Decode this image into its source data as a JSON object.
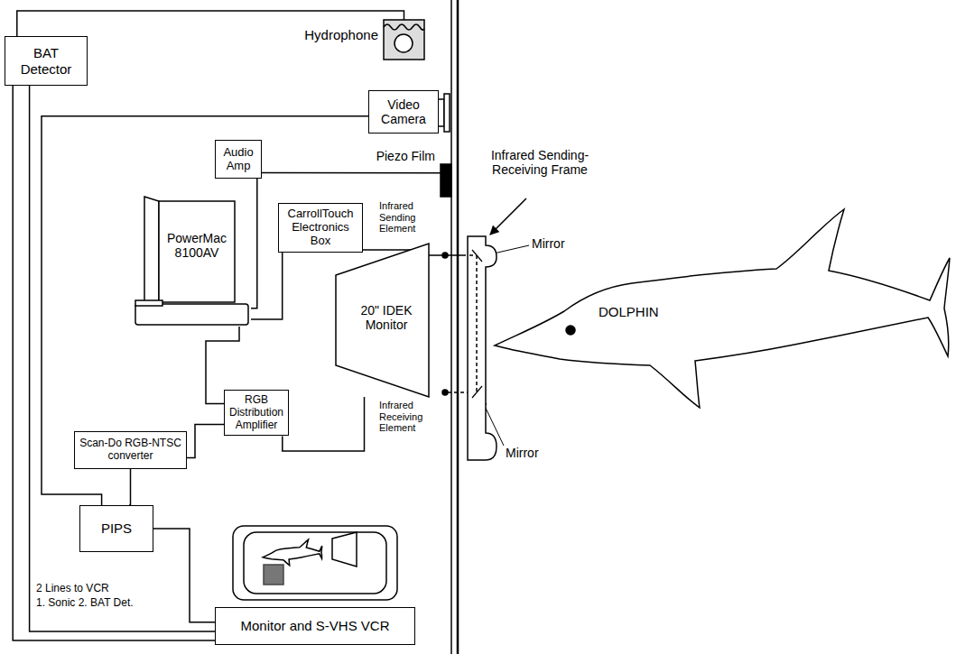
{
  "diagram": {
    "nodes": [
      {
        "text": [
          "BAT Detector"
        ]
      },
      {
        "text": [
          "Hydrophone"
        ]
      },
      {
        "text": [
          "Video Camera"
        ]
      },
      {
        "text": [
          "Audio Amp"
        ]
      },
      {
        "text": [
          "Piezo Film"
        ]
      },
      {
        "text": [
          "PowerMac 8100AV"
        ]
      },
      {
        "text": [
          "CarrollTouch Electronics Box"
        ]
      },
      {
        "text": [
          "20\" IDEK Monitor"
        ]
      },
      {
        "text": [
          "RGB Distribution Amplifier"
        ]
      },
      {
        "text": [
          "Scan-Do RGB-NTSC converter"
        ]
      },
      {
        "text": [
          "PIPS"
        ]
      },
      {
        "text": [
          "Monitor and S-VHS VCR"
        ]
      },
      {
        "text": [
          "Infrared Sending-Receiving Frame"
        ]
      },
      {
        "text": [
          "DOLPHIN"
        ]
      }
    ],
    "edges": [
      {
        "from": 0,
        "to": 1,
        "arrow": "none"
      },
      {
        "from": 0,
        "to": 11,
        "arrow": "none"
      },
      {
        "from": 0,
        "to": 11,
        "arrow": "none"
      },
      {
        "from": 2,
        "to": 10,
        "arrow": "none"
      },
      {
        "from": 3,
        "to": 4,
        "arrow": "none"
      },
      {
        "from": 3,
        "to": 5,
        "arrow": "none"
      },
      {
        "from": 6,
        "to": 5,
        "arrow": "none"
      },
      {
        "from": 6,
        "to": 12,
        "arrow": "none"
      },
      {
        "from": 5,
        "to": 8,
        "arrow": "none"
      },
      {
        "from": 8,
        "to": 9,
        "arrow": "none"
      },
      {
        "from": 8,
        "to": 7,
        "arrow": "none"
      },
      {
        "from": 9,
        "to": 10,
        "arrow": "none"
      },
      {
        "from": 10,
        "to": 11,
        "arrow": "none"
      }
    ],
    "labels": [
      "Infrared Sending Element",
      "Infrared Receiving Element",
      "Mirror",
      "Mirror",
      "2 Lines to VCR",
      "1. Sonic 2. BAT Det."
    ]
  }
}
